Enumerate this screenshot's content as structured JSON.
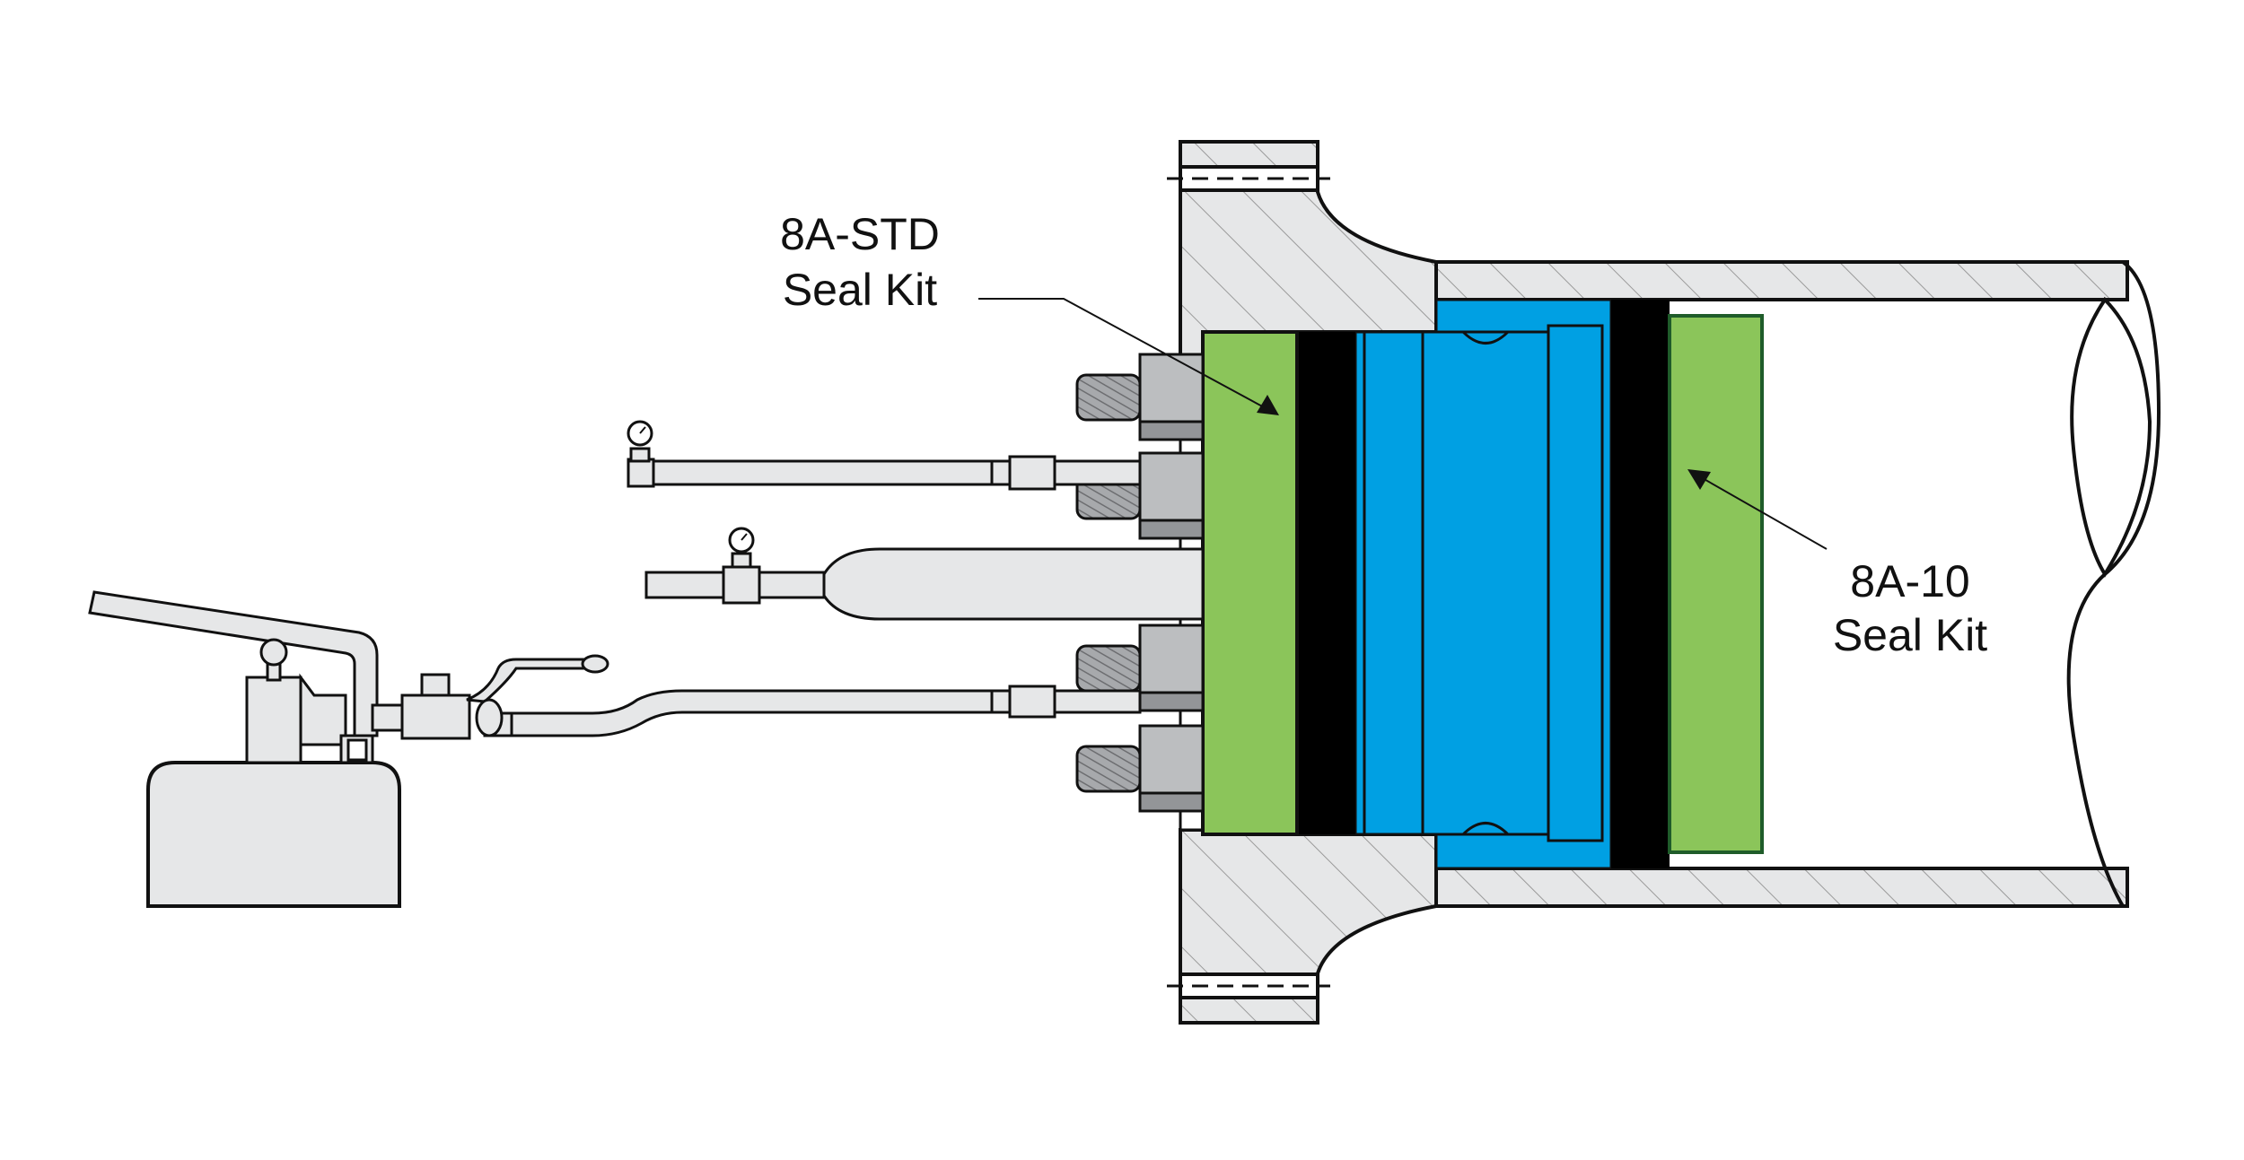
{
  "callouts": {
    "left": {
      "line1": "8A-STD",
      "line2": "Seal Kit"
    },
    "right": {
      "line1": "8A-10",
      "line2": "Seal Kit"
    }
  },
  "colors": {
    "outline": "#111111",
    "steel": "#e6e7e8",
    "steel_dark": "#bcbec0",
    "steel_darker": "#939598",
    "green_seal": "#8bc55a",
    "green_seal_edge": "#1f5c2a",
    "blue_plug": "#00a0e3",
    "black_packing": "#000000"
  },
  "icons": [
    "pressure-gauge-icon",
    "hand-pump-icon",
    "ball-valve-icon"
  ]
}
